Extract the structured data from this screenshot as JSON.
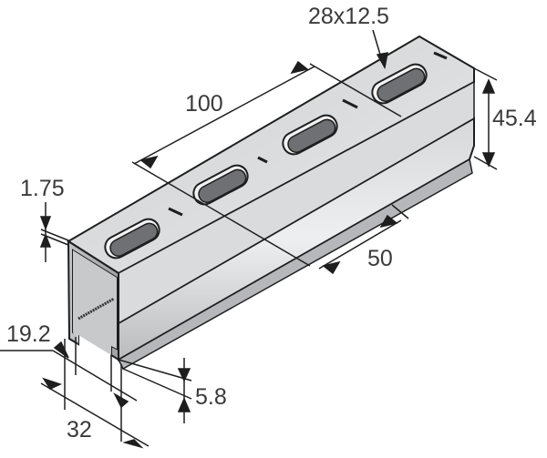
{
  "figure": {
    "subject": "Slotted steel mounting channel (strut profile), isometric view",
    "colors": {
      "metal_light": "#e4e5e6",
      "metal_mid": "#c9cacc",
      "metal_dark": "#a6a8ab",
      "slot_dark": "#6e7073",
      "outline": "#1e1e1e",
      "label_text": "#3a3a3a"
    }
  },
  "dimensions": {
    "slot_size": "28x12.5",
    "slot_pitch": "100",
    "height": "45.4",
    "wall_thickness": "1.75",
    "offset_50": "50",
    "opening_width": "19.2",
    "lip_height": "5.8",
    "overall_width": "32"
  }
}
